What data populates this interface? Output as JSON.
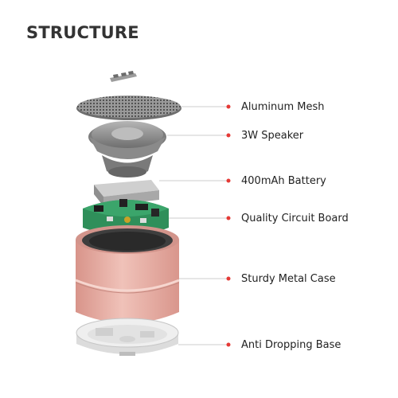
{
  "header": {
    "title": "STRUCTURE"
  },
  "components": [
    {
      "label": "Aluminum Mesh"
    },
    {
      "label": "3W Speaker"
    },
    {
      "label": "400mAh Battery"
    },
    {
      "label": "Quality Circuit Board"
    },
    {
      "label": "Sturdy Metal Case"
    },
    {
      "label": "Anti Dropping Base"
    }
  ],
  "colors": {
    "callout_dot": "#e53935",
    "leader_line": "#cccccc",
    "case": "#e9b1a7",
    "speaker": "#8f8f8f",
    "pcb": "#2f8f5a"
  }
}
